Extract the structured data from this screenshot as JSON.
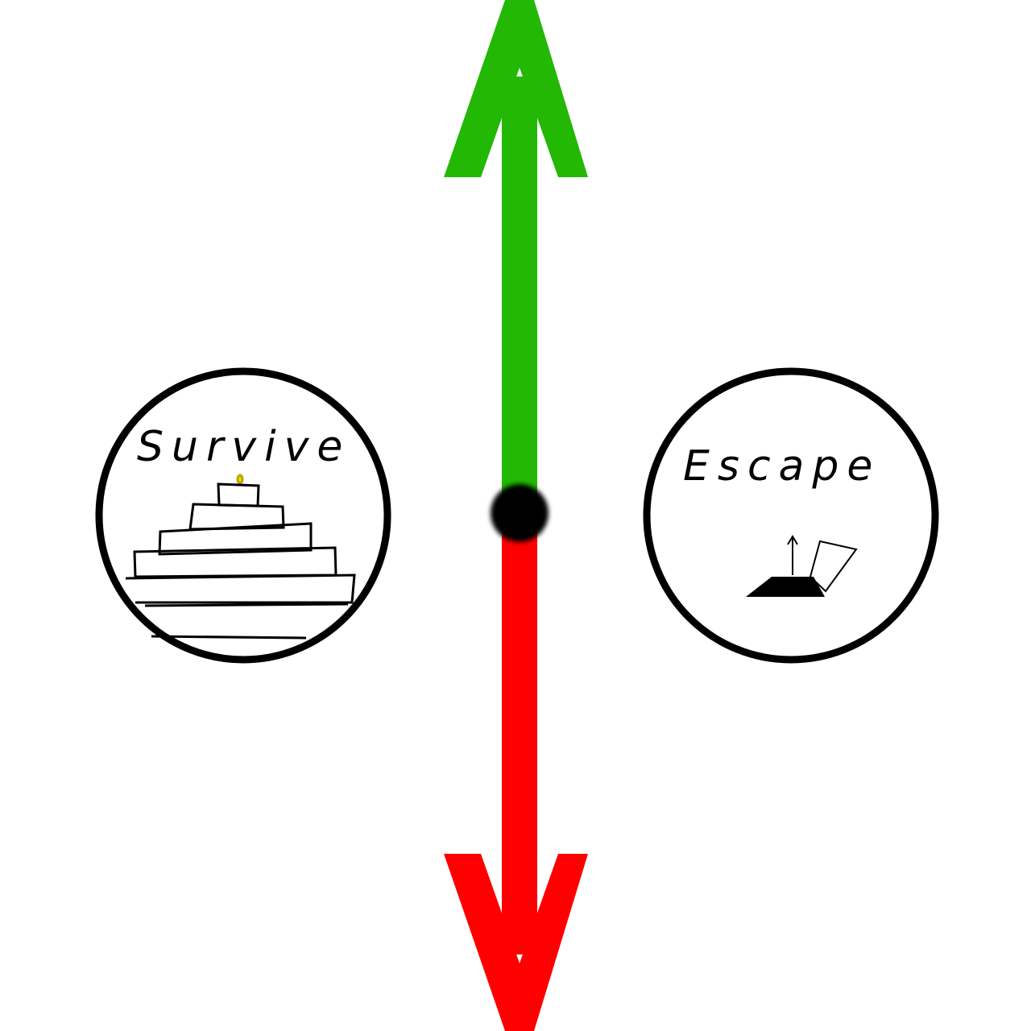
{
  "survive_card": {
    "label": "Survive",
    "icon": "layered-cake-with-candle"
  },
  "escape_card": {
    "label": "Escape",
    "icon": "open-hatch-with-up-arrow"
  },
  "colors": {
    "up_arrow": "#22b803",
    "down_arrow": "#ff0000",
    "center_dot": "#000000",
    "outline": "#000000",
    "candle_flame": "#f2e000",
    "background": "#ffffff"
  },
  "arrows": {
    "up": "up-arrow",
    "down": "down-arrow"
  }
}
